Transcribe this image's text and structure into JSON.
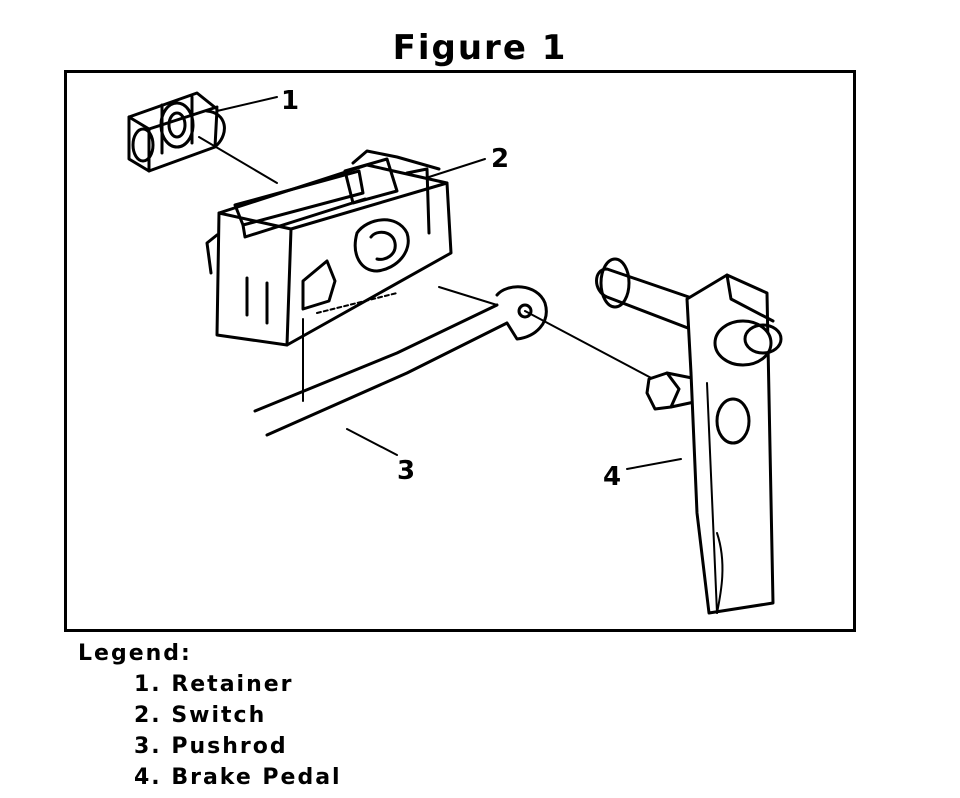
{
  "figure": {
    "title": "Figure 1"
  },
  "callouts": [
    "1",
    "2",
    "3",
    "4"
  ],
  "legend": {
    "heading": "Legend:",
    "items": [
      "1. Retainer",
      "2. Switch",
      "3. Pushrod",
      "4. Brake Pedal"
    ]
  }
}
